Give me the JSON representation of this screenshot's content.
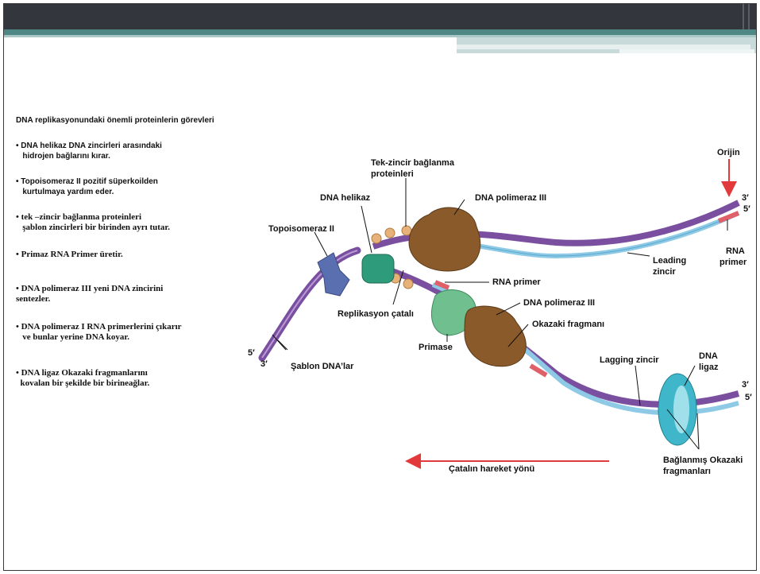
{
  "heading": "DNA replikasyonundaki önemli proteinlerin görevleri",
  "bullets": [
    {
      "l1": "• DNA helikaz DNA zincirleri arasındaki",
      "l2": "   hidrojen bağlarını kırar."
    },
    {
      "l1": "• Topoisomeraz II pozitif süperkoilden",
      "l2": "   kurtulmaya yardım eder."
    },
    {
      "l1": "• tek –zincir bağlanma proteinleri",
      "l2": "   şablon zincirleri bir birinden ayrı tutar."
    },
    {
      "l1": "• Primaz RNA Primer üretir.",
      "l2": ""
    },
    {
      "l1": "• DNA polimeraz III yeni DNA zincirini",
      "l2": "sentezler."
    },
    {
      "l1": "• DNA polimeraz I RNA primerlerini çıkarır",
      "l2": "   ve bunlar yerine DNA koyar."
    },
    {
      "l1": "• DNA ligaz Okazaki fragmanlarını",
      "l2": "  kovalan bir şekilde bir birineağlar."
    }
  ],
  "diagram": {
    "labels": {
      "tek_zincir_1": "Tek-zincir bağlanma",
      "tek_zincir_2": "proteinleri",
      "dna_helikaz": "DNA helikaz",
      "dna_pol3_top": "DNA polimeraz III",
      "topoisomeraz": "Topoisomeraz II",
      "orijin": "Orijin",
      "leading_1": "Leading",
      "leading_2": "zincir",
      "rna_primer_right_1": "RNA",
      "rna_primer_right_2": "primer",
      "rna_primer_mid": "RNA primer",
      "dna_pol3_mid": "DNA polimeraz III",
      "replikasyon": "Replikasyon çatalı",
      "okazaki": "Okazaki fragmanı",
      "primase": "Primase",
      "sablon": "Şablon DNA’lar",
      "lagging": "Lagging zincir",
      "dna_ligaz_1": "DNA",
      "dna_ligaz_2": "ligaz",
      "baglanmis_1": "Bağlanmış Okazaki",
      "baglanmis_2": "fragmanları",
      "hareket": "Çatalın hareket yönü",
      "prime5_left": "5′",
      "prime3_left": "3′",
      "prime3_tr": "3′",
      "prime5_tr": "5′",
      "prime3_br": "3′",
      "prime5_br": "5′"
    },
    "colors": {
      "strand_purple": "#7a4fa0",
      "strand_blue": "#8ecae6",
      "primer_red": "#e0606a",
      "polymerase_brown": "#8a5a2b",
      "helicase_green": "#2e9c7a",
      "primase_green": "#6fbf8f",
      "ligase_blue": "#3fb6c9",
      "topo_blue": "#5a6fb0",
      "ssb_beige": "#e6b27a",
      "arrow_red": "#e23a3a"
    }
  }
}
